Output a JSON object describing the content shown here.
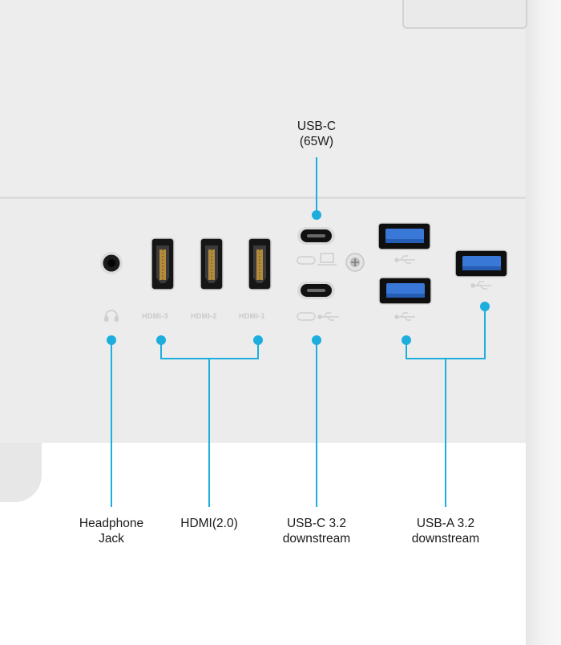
{
  "labels": {
    "usbc_power": [
      "USB-C",
      "(65W)"
    ],
    "headphone": [
      "Headphone",
      "Jack"
    ],
    "hdmi": [
      "HDMI(2.0)"
    ],
    "usbc_down": [
      "USB-C 3.2",
      "downstream"
    ],
    "usba_down": [
      "USB-A 3.2",
      "downstream"
    ]
  },
  "port_markings": {
    "hdmi3": "HDMI-3",
    "hdmi2": "HDMI-2",
    "hdmi1": "HDMI-1"
  },
  "colors": {
    "accent": "#1eaede",
    "usb_blue": "#3a78d8",
    "body": "#ececec"
  },
  "icons": [
    "headphone-icon",
    "laptop-icon",
    "usb-icon",
    "screw-icon",
    "usb-c-icon"
  ]
}
